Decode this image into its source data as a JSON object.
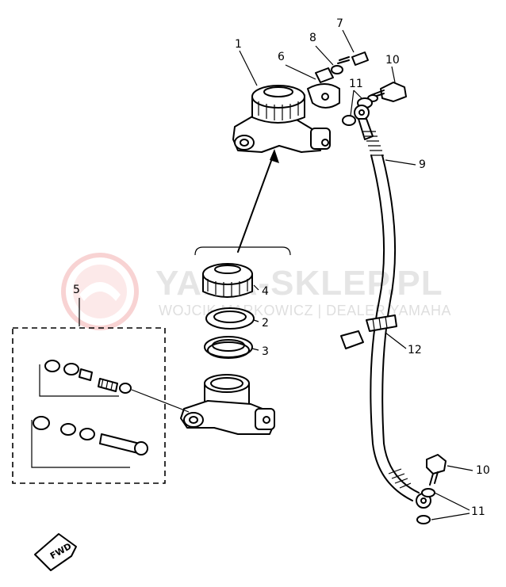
{
  "watermark": {
    "title": "YAMA-SKLEP.PL",
    "subtitle": "WOJCIK MARKOWICZ | DEALER YAMAHA",
    "logo_color": "#e23b3b"
  },
  "fwd_label": "FWD",
  "callouts": {
    "c1": "1",
    "c2": "2",
    "c3": "3",
    "c4": "4",
    "c5": "5",
    "c6": "6",
    "c7": "7",
    "c8": "8",
    "c9": "9",
    "c10a": "10",
    "c10b": "10",
    "c11a": "11",
    "c11b": "11",
    "c12": "12"
  }
}
